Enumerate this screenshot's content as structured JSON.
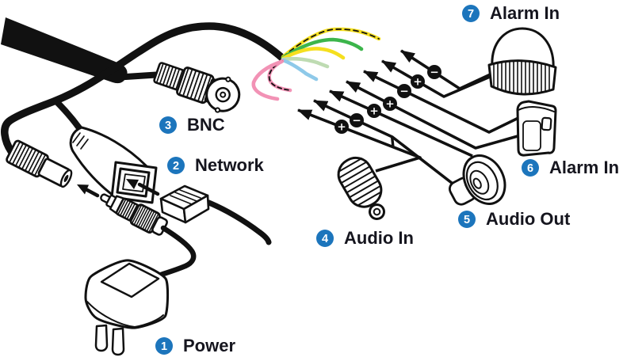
{
  "figure": {
    "background": "#ffffff",
    "accent_blue": "#1c75bc",
    "text_color": "#15151e",
    "line_color": "#111111",
    "labels": [
      {
        "num": "1",
        "text": "Power"
      },
      {
        "num": "2",
        "text": "Network"
      },
      {
        "num": "3",
        "text": "BNC"
      },
      {
        "num": "4",
        "text": "Audio In"
      },
      {
        "num": "5",
        "text": "Audio Out"
      },
      {
        "num": "6",
        "text": "Alarm In"
      },
      {
        "num": "7",
        "text": "Alarm In"
      }
    ],
    "badges": [
      {
        "sign": "−"
      },
      {
        "sign": "+"
      },
      {
        "sign": "−"
      },
      {
        "sign": "+"
      },
      {
        "sign": "+"
      },
      {
        "sign": "−"
      },
      {
        "sign": "+"
      }
    ],
    "wires": [
      {
        "name": "yellow-black-stripe",
        "hex": "#f5df1e",
        "striped": true
      },
      {
        "name": "green",
        "hex": "#3cb54b",
        "striped": false
      },
      {
        "name": "yellow",
        "hex": "#f5df1e",
        "striped": false
      },
      {
        "name": "pale-green",
        "hex": "#bedbb2",
        "striped": false
      },
      {
        "name": "light-blue",
        "hex": "#8ec9e9",
        "striped": false
      },
      {
        "name": "pink-black-stripe",
        "hex": "#f292b5",
        "striped": true
      },
      {
        "name": "pink",
        "hex": "#f292b5",
        "striped": false
      }
    ]
  }
}
